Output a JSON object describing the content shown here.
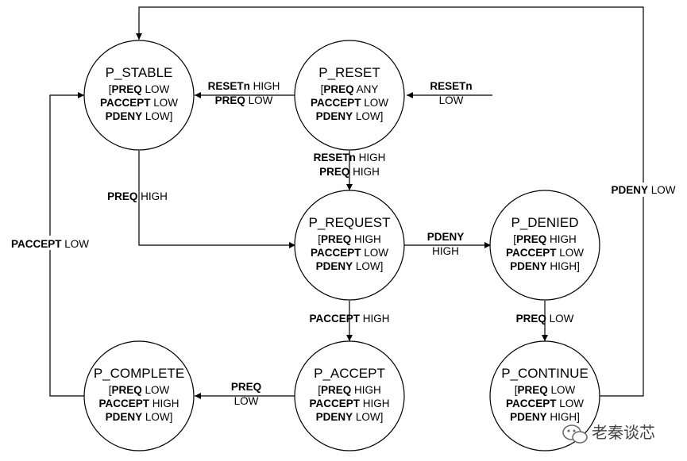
{
  "states": [
    {
      "id": "P_STABLE",
      "name": "P_STABLE",
      "lines": [
        [
          "[",
          "PREQ",
          " LOW"
        ],
        [
          "",
          "PACCEPT",
          " LOW"
        ],
        [
          "",
          "PDENY",
          " LOW]"
        ]
      ]
    },
    {
      "id": "P_RESET",
      "name": "P_RESET",
      "lines": [
        [
          "[",
          "PREQ",
          " ANY"
        ],
        [
          "",
          "PACCEPT",
          " LOW"
        ],
        [
          "",
          "PDENY",
          " LOW]"
        ]
      ]
    },
    {
      "id": "P_REQUEST",
      "name": "P_REQUEST",
      "lines": [
        [
          "[",
          "PREQ",
          " HIGH"
        ],
        [
          "",
          "PACCEPT",
          " LOW"
        ],
        [
          "",
          "PDENY",
          " LOW]"
        ]
      ]
    },
    {
      "id": "P_DENIED",
      "name": "P_DENIED",
      "lines": [
        [
          "[",
          "PREQ",
          " HIGH"
        ],
        [
          "",
          "PACCEPT",
          " LOW"
        ],
        [
          "",
          "PDENY",
          " HIGH]"
        ]
      ]
    },
    {
      "id": "P_ACCEPT",
      "name": "P_ACCEPT",
      "lines": [
        [
          "[",
          "PREQ",
          " HIGH"
        ],
        [
          "",
          "PACCEPT",
          " HIGH"
        ],
        [
          "",
          "PDENY",
          " LOW]"
        ]
      ]
    },
    {
      "id": "P_COMPLETE",
      "name": "P_COMPLETE",
      "lines": [
        [
          "[",
          "PREQ",
          " LOW"
        ],
        [
          "",
          "PACCEPT",
          " HIGH"
        ],
        [
          "",
          "PDENY",
          " LOW]"
        ]
      ]
    },
    {
      "id": "P_CONTINUE",
      "name": "P_CONTINUE",
      "lines": [
        [
          "[",
          "PREQ",
          " LOW"
        ],
        [
          "",
          "PACCEPT",
          " LOW"
        ],
        [
          "",
          "PDENY",
          " HIGH]"
        ]
      ]
    }
  ],
  "edges": [
    {
      "id": "reset-entry",
      "lines": [
        [
          "RESETn",
          ""
        ],
        [
          "",
          "LOW"
        ]
      ]
    },
    {
      "id": "reset-to-stable",
      "lines": [
        [
          "RESETn",
          " HIGH"
        ],
        [
          "PREQ",
          " LOW"
        ]
      ]
    },
    {
      "id": "reset-to-request",
      "lines": [
        [
          "RESETn",
          " HIGH"
        ],
        [
          "PREQ",
          " HIGH"
        ]
      ]
    },
    {
      "id": "stable-to-request",
      "lines": [
        [
          "PREQ",
          " HIGH"
        ]
      ]
    },
    {
      "id": "request-to-denied",
      "lines": [
        [
          "PDENY",
          ""
        ],
        [
          "",
          "HIGH"
        ]
      ]
    },
    {
      "id": "request-to-accept",
      "lines": [
        [
          "PACCEPT",
          " HIGH"
        ]
      ]
    },
    {
      "id": "denied-to-continue",
      "lines": [
        [
          "PREQ",
          " LOW"
        ]
      ]
    },
    {
      "id": "accept-to-complete",
      "lines": [
        [
          "PREQ",
          ""
        ],
        [
          "",
          "LOW"
        ]
      ]
    },
    {
      "id": "complete-to-stable",
      "lines": [
        [
          "PACCEPT",
          " LOW"
        ]
      ]
    },
    {
      "id": "continue-to-stable",
      "lines": [
        [
          "PDENY",
          " LOW"
        ]
      ]
    }
  ],
  "watermark": {
    "text": "老秦谈芯",
    "icon": "wechat-icon"
  }
}
